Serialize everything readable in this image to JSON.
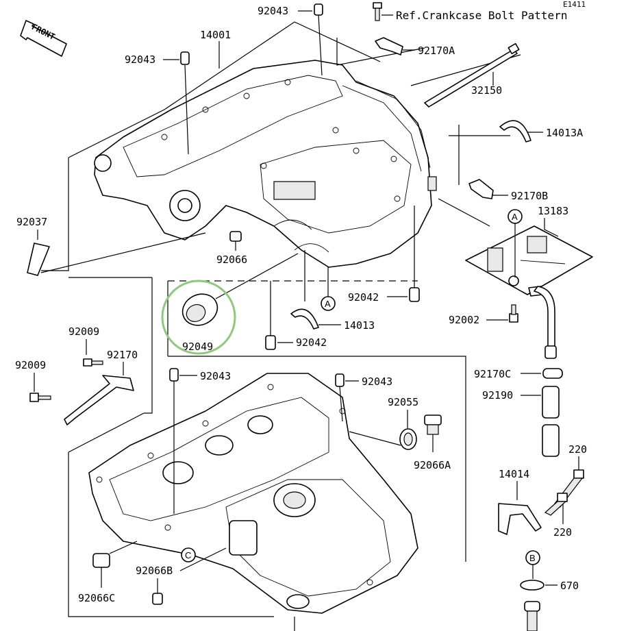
{
  "diagram": {
    "code": "E1411",
    "front_label": "FRONT",
    "ref_note": "Ref.Crankcase Bolt Pattern",
    "highlight_color": "#8cc97a",
    "part_labels": {
      "p14001": "14001",
      "p92043_top": "92043",
      "p92043_left": "92043",
      "p92170A": "92170A",
      "p32150": "32150",
      "p14013A": "14013A",
      "p92170B": "92170B",
      "p13183": "13183",
      "p92037": "92037",
      "p92066": "92066",
      "p92042_right": "92042",
      "p92002": "92002",
      "p14013": "14013",
      "p92042_mid": "92042",
      "p92049": "92049",
      "p92009_top": "92009",
      "p92170": "92170",
      "p92009_left": "92009",
      "p92043_lower_left": "92043",
      "p92043_lower_right": "92043",
      "p92055": "92055",
      "p92066A": "92066A",
      "p92170C": "92170C",
      "p92190": "92190",
      "p220_top": "220",
      "p14014": "14014",
      "p220_bottom": "220",
      "p92066B": "92066B",
      "p92066C": "92066C",
      "p670": "670"
    },
    "callouts": {
      "a_upper": "A",
      "a_lower": "A",
      "b": "B",
      "c": "C"
    }
  }
}
